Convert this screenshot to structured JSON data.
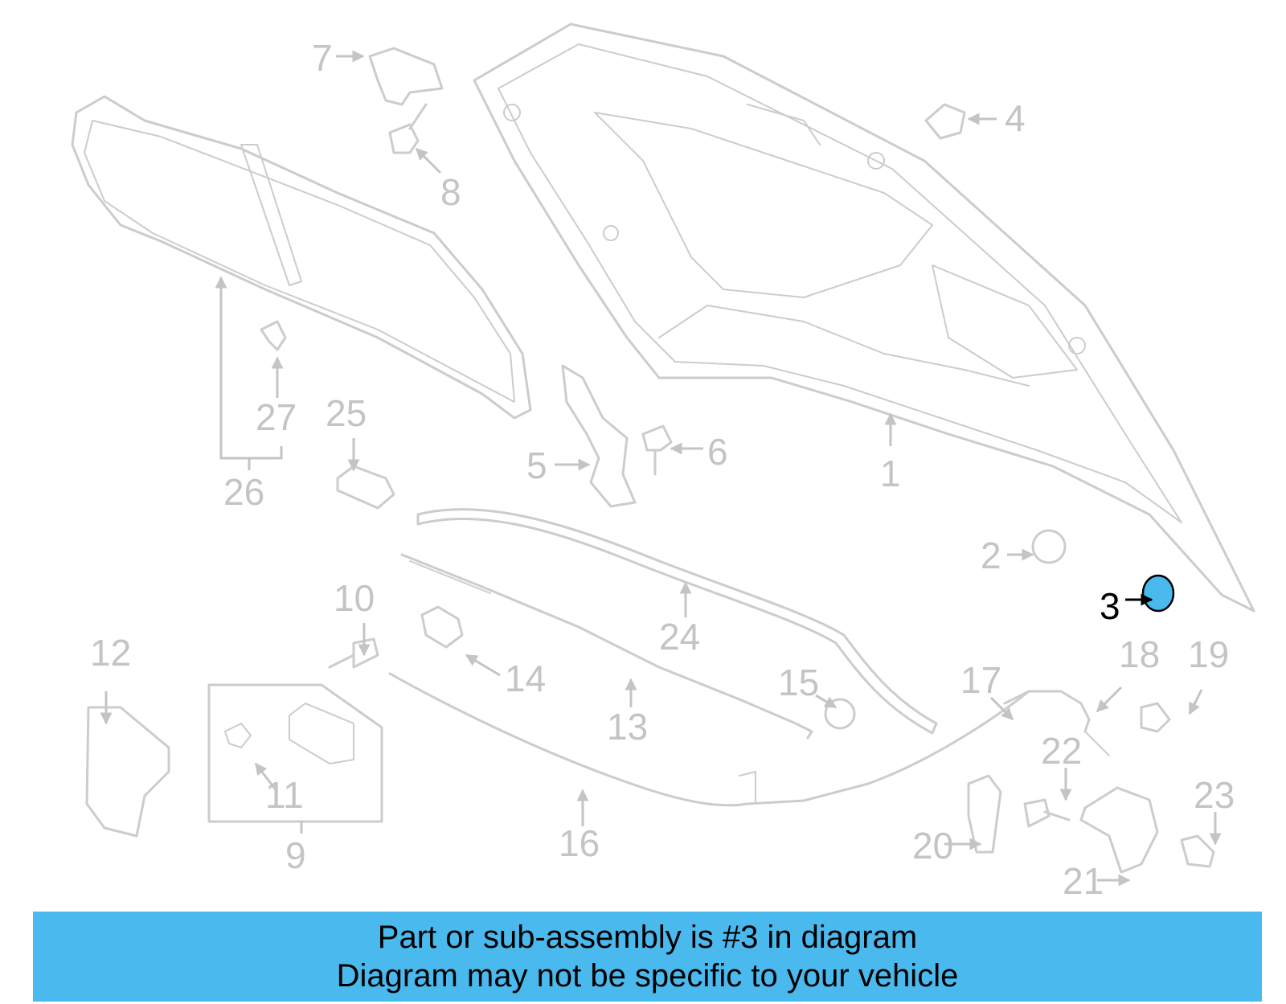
{
  "diagram": {
    "callouts": [
      "1",
      "2",
      "3",
      "4",
      "5",
      "6",
      "7",
      "8",
      "9",
      "10",
      "11",
      "12",
      "13",
      "14",
      "15",
      "16",
      "17",
      "18",
      "19",
      "20",
      "21",
      "22",
      "23",
      "24",
      "25",
      "26",
      "27"
    ],
    "highlighted_part": "3",
    "highlight_color": "#4ab9ee",
    "part_line_color": "#cccccc"
  },
  "banner": {
    "line1": "Part or sub-assembly is #3 in diagram",
    "line2": "Diagram may not be specific to your vehicle",
    "background": "#4ab9ee"
  }
}
